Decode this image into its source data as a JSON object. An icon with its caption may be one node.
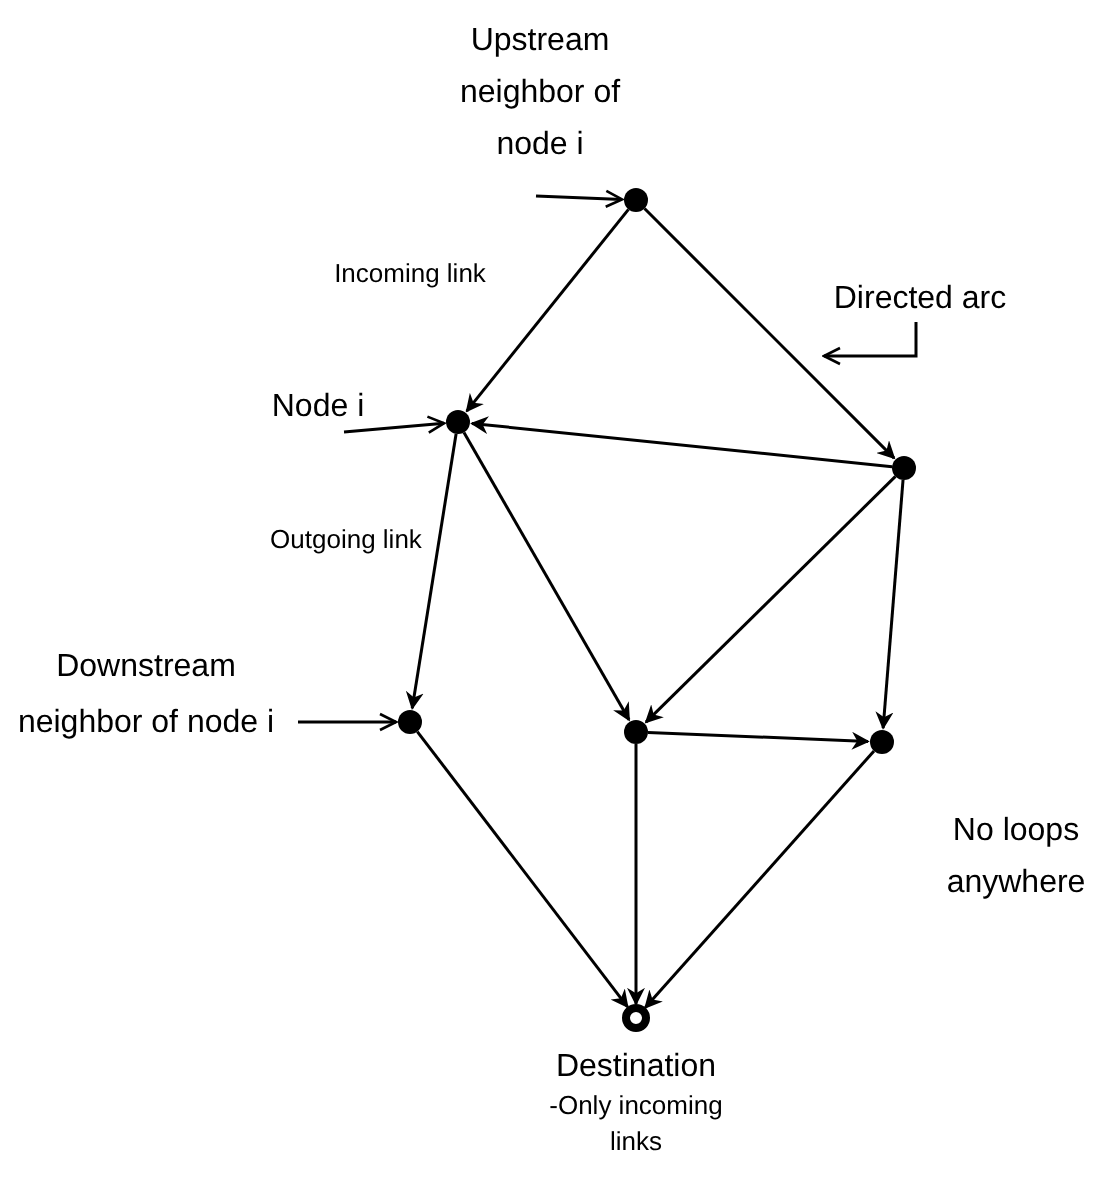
{
  "diagram": {
    "nodes": [
      {
        "text": [
          "Upstream neighbor of node i"
        ]
      },
      {
        "text": [],
        "shape": "circle"
      },
      {
        "text": [
          "Node i"
        ]
      },
      {
        "text": [],
        "shape": "circle"
      },
      {
        "text": [],
        "shape": "circle"
      },
      {
        "text": [
          "Downstream neighbor of node i"
        ]
      },
      {
        "text": [],
        "shape": "circle"
      },
      {
        "text": [],
        "shape": "circle"
      },
      {
        "text": [],
        "shape": "circle"
      },
      {
        "text": [],
        "shape": "circle",
        "beside": [
          "Destination",
          "-Only incoming links"
        ]
      },
      {
        "text": [
          "Directed arc"
        ]
      }
    ],
    "edges": [
      {
        "from": 0,
        "to": 1,
        "arrow": "to"
      },
      {
        "from": 2,
        "to": 3,
        "arrow": "to"
      },
      {
        "from": 5,
        "to": 6,
        "arrow": "to"
      },
      {
        "from": 1,
        "to": 3,
        "arrow": "to"
      },
      {
        "from": 1,
        "to": 4,
        "arrow": "to"
      },
      {
        "from": 4,
        "to": 3,
        "arrow": "to"
      },
      {
        "from": 3,
        "to": 6,
        "arrow": "to"
      },
      {
        "from": 3,
        "to": 7,
        "arrow": "to"
      },
      {
        "from": 4,
        "to": 7,
        "arrow": "to"
      },
      {
        "from": 4,
        "to": 8,
        "arrow": "to"
      },
      {
        "from": 7,
        "to": 8,
        "arrow": "to"
      },
      {
        "from": 6,
        "to": 9,
        "arrow": "to"
      },
      {
        "from": 7,
        "to": 9,
        "arrow": "to"
      },
      {
        "from": 8,
        "to": 9,
        "arrow": "to"
      },
      {
        "from": 10,
        "to": null,
        "arrow": "to"
      }
    ],
    "labels": [
      "Incoming link",
      "Outgoing link",
      "No loops anywhere"
    ]
  }
}
